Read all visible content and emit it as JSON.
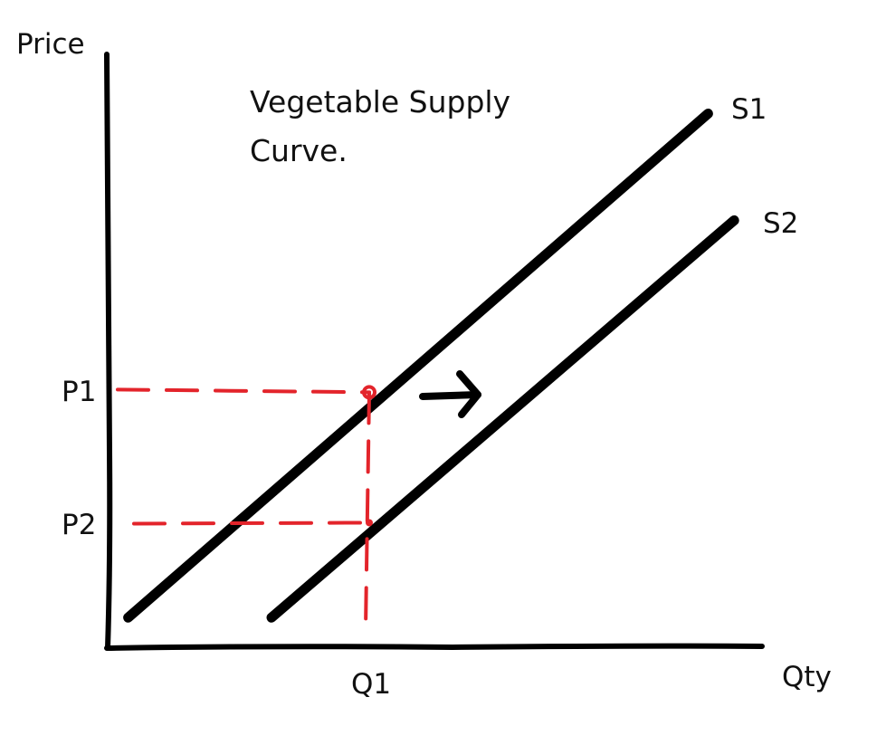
{
  "chart_data": {
    "type": "line",
    "title_lines": [
      "Vegetable Supply",
      "Curve."
    ],
    "xlabel": "Qty",
    "ylabel": "Price",
    "xlim": [
      0,
      10
    ],
    "ylim": [
      0,
      10
    ],
    "grid": false,
    "legend": "none",
    "series": [
      {
        "name": "S1",
        "x": [
          0.3,
          9.2
        ],
        "y": [
          0.5,
          9.0
        ]
      },
      {
        "name": "S2",
        "x": [
          2.5,
          9.6
        ],
        "y": [
          0.5,
          7.2
        ]
      }
    ],
    "reference_points": [
      {
        "x_label": "Q1",
        "y_label": "P1",
        "x": 4.0,
        "y": 4.3
      },
      {
        "x_label": "Q1",
        "y_label": "P2",
        "x": 4.0,
        "y": 2.1
      }
    ],
    "annotations": [
      {
        "kind": "arrow",
        "direction": "right",
        "meaning": "supply shift"
      }
    ],
    "colors": {
      "axis": "#000000",
      "curve": "#000000",
      "guide": "#e3242b"
    }
  }
}
